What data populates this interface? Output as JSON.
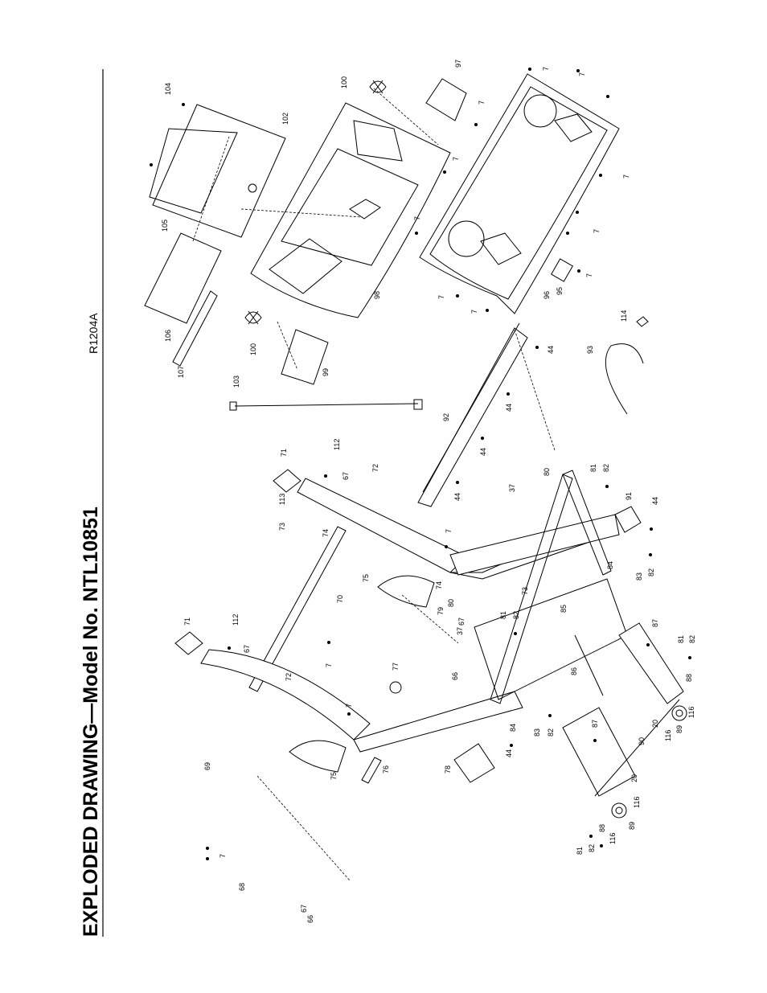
{
  "header": {
    "title": "EXPLODED DRAWING—Model No. NTL10851",
    "code": "R1204A"
  },
  "callouts": {
    "p7": "7",
    "p20": "20",
    "p37": "37",
    "p44": "44",
    "p66": "66",
    "p67": "67",
    "p68": "68",
    "p69": "69",
    "p70": "70",
    "p71": "71",
    "p72": "72",
    "p73": "73",
    "p74": "74",
    "p75": "75",
    "p76": "76",
    "p77": "77",
    "p78": "78",
    "p79": "79",
    "p80": "80",
    "p81": "81",
    "p82": "82",
    "p83": "83",
    "p84": "84",
    "p85": "85",
    "p86": "86",
    "p87": "87",
    "p88": "88",
    "p89": "89",
    "p90": "90",
    "p91": "91",
    "p92": "92",
    "p93": "93",
    "p95": "95",
    "p96": "96",
    "p97": "97",
    "p98": "98",
    "p99": "99",
    "p100": "100",
    "p102": "102",
    "p103": "103",
    "p104": "104",
    "p105": "105",
    "p106": "106",
    "p107": "107",
    "p112": "112",
    "p113": "113",
    "p114": "114",
    "p116": "116"
  }
}
